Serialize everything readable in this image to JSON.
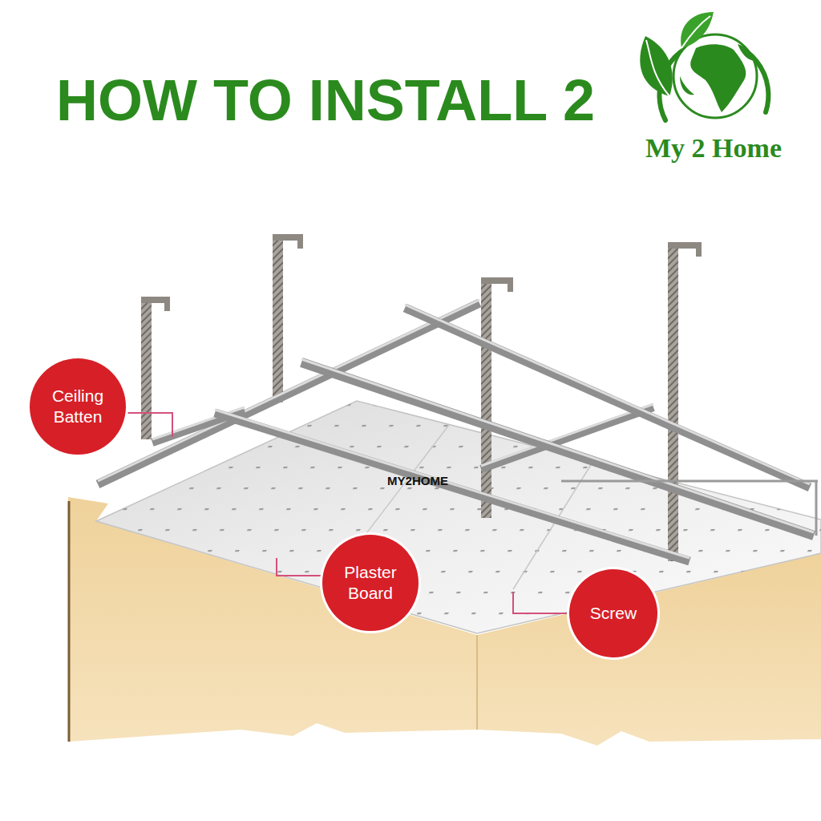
{
  "diagram": {
    "title": "HOW TO INSTALL 2",
    "nodes": [
      {
        "text": [
          "Ceiling Batten"
        ]
      },
      {
        "text": [
          "Plaster Board"
        ]
      },
      {
        "text": [
          "Screw"
        ]
      }
    ],
    "labels": [
      "My 2 Home",
      "MY2HOME"
    ]
  }
}
